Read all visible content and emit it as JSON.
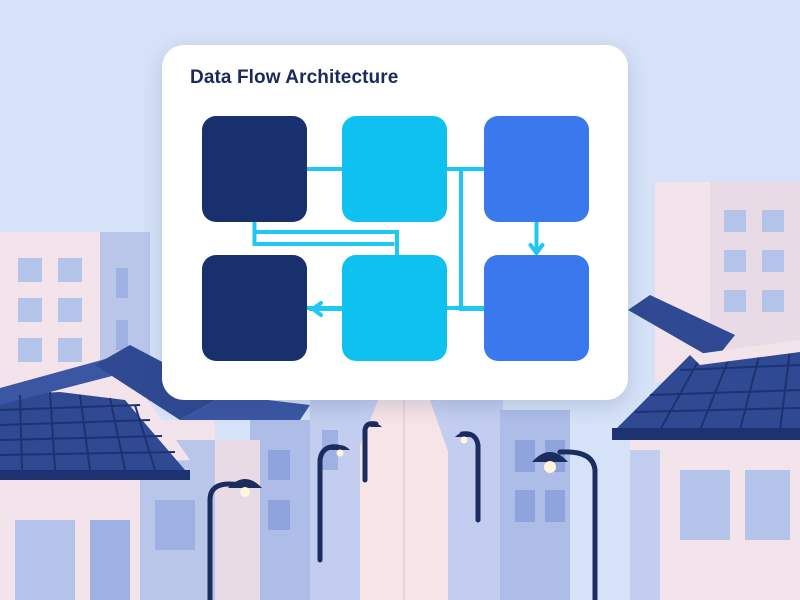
{
  "card": {
    "title": "Data Flow Architecture"
  },
  "diagram": {
    "nodes": [
      {
        "id": "n1",
        "row": 0,
        "col": 0,
        "color": "#19306e"
      },
      {
        "id": "n2",
        "row": 0,
        "col": 1,
        "color": "#0fc1f0"
      },
      {
        "id": "n3",
        "row": 0,
        "col": 2,
        "color": "#3a78ee"
      },
      {
        "id": "n4",
        "row": 1,
        "col": 0,
        "color": "#19306e"
      },
      {
        "id": "n5",
        "row": 1,
        "col": 1,
        "color": "#0fc1f0"
      },
      {
        "id": "n6",
        "row": 1,
        "col": 2,
        "color": "#3a78ee"
      }
    ],
    "edges": [
      {
        "from": "n1",
        "to": "n2",
        "arrow": false
      },
      {
        "from": "n2",
        "to": "n3",
        "arrow": false
      },
      {
        "from": "n1",
        "to": "n5",
        "arrow": false
      },
      {
        "from": "n3",
        "to": "n6",
        "arrow": true
      },
      {
        "from": "n5",
        "to": "n4",
        "arrow": true
      },
      {
        "from": "n6",
        "to": "n5",
        "arrow": false
      }
    ],
    "connector_color": "#1ec8f3"
  },
  "background": {
    "sky_color": "#d6e2f7",
    "street_color": "#f6e4e6",
    "roof_color": "#2f4a92",
    "building_color": "#a9b9e6",
    "lamp_color": "#1b2c5e"
  }
}
